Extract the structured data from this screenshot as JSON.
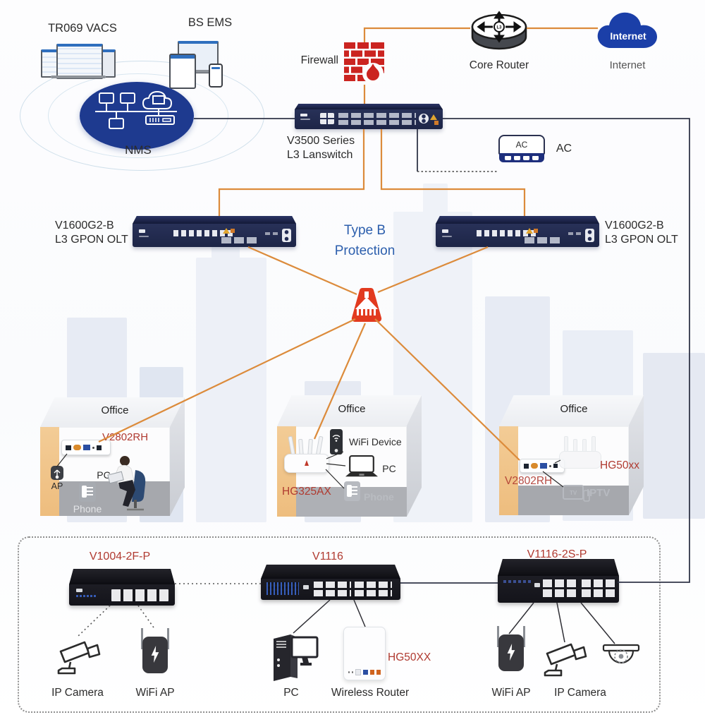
{
  "colors": {
    "orange_line": "#DC8B3B",
    "dark_line": "#303548",
    "red_label": "#B03A30",
    "blue_text": "#2C5FAD",
    "navy_device": "#232C54",
    "black_device": "#17171D",
    "cloud_blue": "#1B3FA8",
    "firewall_red": "#CB2420",
    "nms_navy": "#1E3A8F",
    "office_tan": "#F0C68F",
    "splitter_red": "#E23A1F"
  },
  "management": {
    "tr069_label": "TR069 VACS",
    "bsems_label": "BS EMS",
    "nms_label": "NMS"
  },
  "wan": {
    "firewall_label": "Firewall",
    "core_router_label": "Core Router",
    "core_router_badge": "L3",
    "internet_cloud_text": "Internet",
    "internet_label": "Internet"
  },
  "core_switch": {
    "label_line1": "V3500 Series",
    "label_line2": "L3 Lanswitch"
  },
  "ac": {
    "device_text": "AC",
    "label": "AC"
  },
  "olt_left": {
    "label_line1": "V1600G2-B",
    "label_line2": "L3 GPON OLT"
  },
  "olt_right": {
    "label_line1": "V1600G2-B",
    "label_line2": "L3 GPON OLT"
  },
  "protection": {
    "line1": "Type B",
    "line2": "Protection"
  },
  "offices": [
    {
      "title": "Office",
      "ont_label": "V2802RH",
      "ap_label": "AP",
      "pc_label": "PC",
      "phone_label": "Phone"
    },
    {
      "title": "Office",
      "router_label": "HG325AX",
      "wifi_device_label": "WiFi Device",
      "pc_label": "PC",
      "phone_label": "Phone"
    },
    {
      "title": "Office",
      "ont_label": "V2802RH",
      "router_label": "HG50xx",
      "iptv_label": "IPTV",
      "tv_badge": "TV"
    }
  ],
  "access": {
    "switch1_label": "V1004-2F-P",
    "switch2_label": "V1116",
    "switch3_label": "V1116-2S-P",
    "ipcam1_label": "IP Camera",
    "wifiap1_label": "WiFi AP",
    "pc_label": "PC",
    "router_label": "Wireless Router",
    "router_model": "HG50XX",
    "wifiap2_label": "WiFi AP",
    "ipcam2_label": "IP Camera"
  },
  "icons": {
    "firewall": "brick-wall-with-flame",
    "core_router": "cylinder-router-4way-arrows",
    "internet": "blue-cloud",
    "nms": "navy-ellipse-network-monitors-cloud-server",
    "splitter": "red-optical-splitter-flask",
    "wifi_ap": "dark-ap-with-lightning-and-antennas",
    "ip_camera_bullet": "outline-bullet-cctv-camera",
    "ip_camera_dome": "outline-dome-cctv-camera",
    "pc_tower": "desktop-tower-with-monitor",
    "laptop": "outline-laptop",
    "smartphone": "dark-smartphone-wifi",
    "phone": "gray-desk-phone",
    "iptv": "gray-tv-set"
  }
}
